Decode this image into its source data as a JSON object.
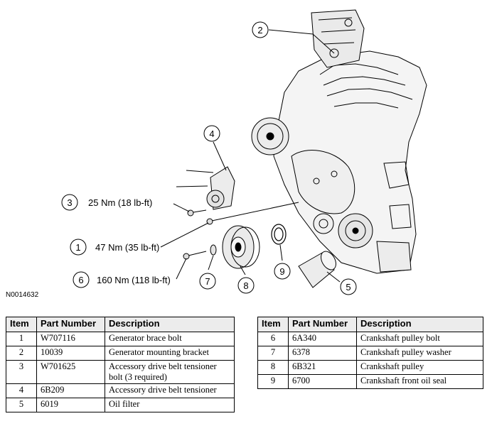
{
  "figure_id": "N0014632",
  "callouts": [
    "1",
    "2",
    "3",
    "4",
    "5",
    "6",
    "7",
    "8",
    "9"
  ],
  "torques": {
    "t3": "25 Nm (18 lb-ft)",
    "t1": "47 Nm (35 lb-ft)",
    "t6": "160 Nm (118 lb-ft)"
  },
  "table_headers": {
    "item": "Item",
    "part_number": "Part Number",
    "description": "Description"
  },
  "parts_left": [
    {
      "item": "1",
      "part": "W707116",
      "desc": "Generator brace bolt"
    },
    {
      "item": "2",
      "part": "10039",
      "desc": "Generator mounting bracket"
    },
    {
      "item": "3",
      "part": "W701625",
      "desc": "Accessory drive belt tensioner bolt (3 required)"
    },
    {
      "item": "4",
      "part": "6B209",
      "desc": "Accessory drive belt tensioner"
    },
    {
      "item": "5",
      "part": "6019",
      "desc": "Oil filter"
    }
  ],
  "parts_right": [
    {
      "item": "6",
      "part": "6A340",
      "desc": "Crankshaft pulley bolt"
    },
    {
      "item": "7",
      "part": "6378",
      "desc": "Crankshaft pulley washer"
    },
    {
      "item": "8",
      "part": "6B321",
      "desc": "Crankshaft pulley"
    },
    {
      "item": "9",
      "part": "6700",
      "desc": "Crankshaft front oil seal"
    }
  ]
}
